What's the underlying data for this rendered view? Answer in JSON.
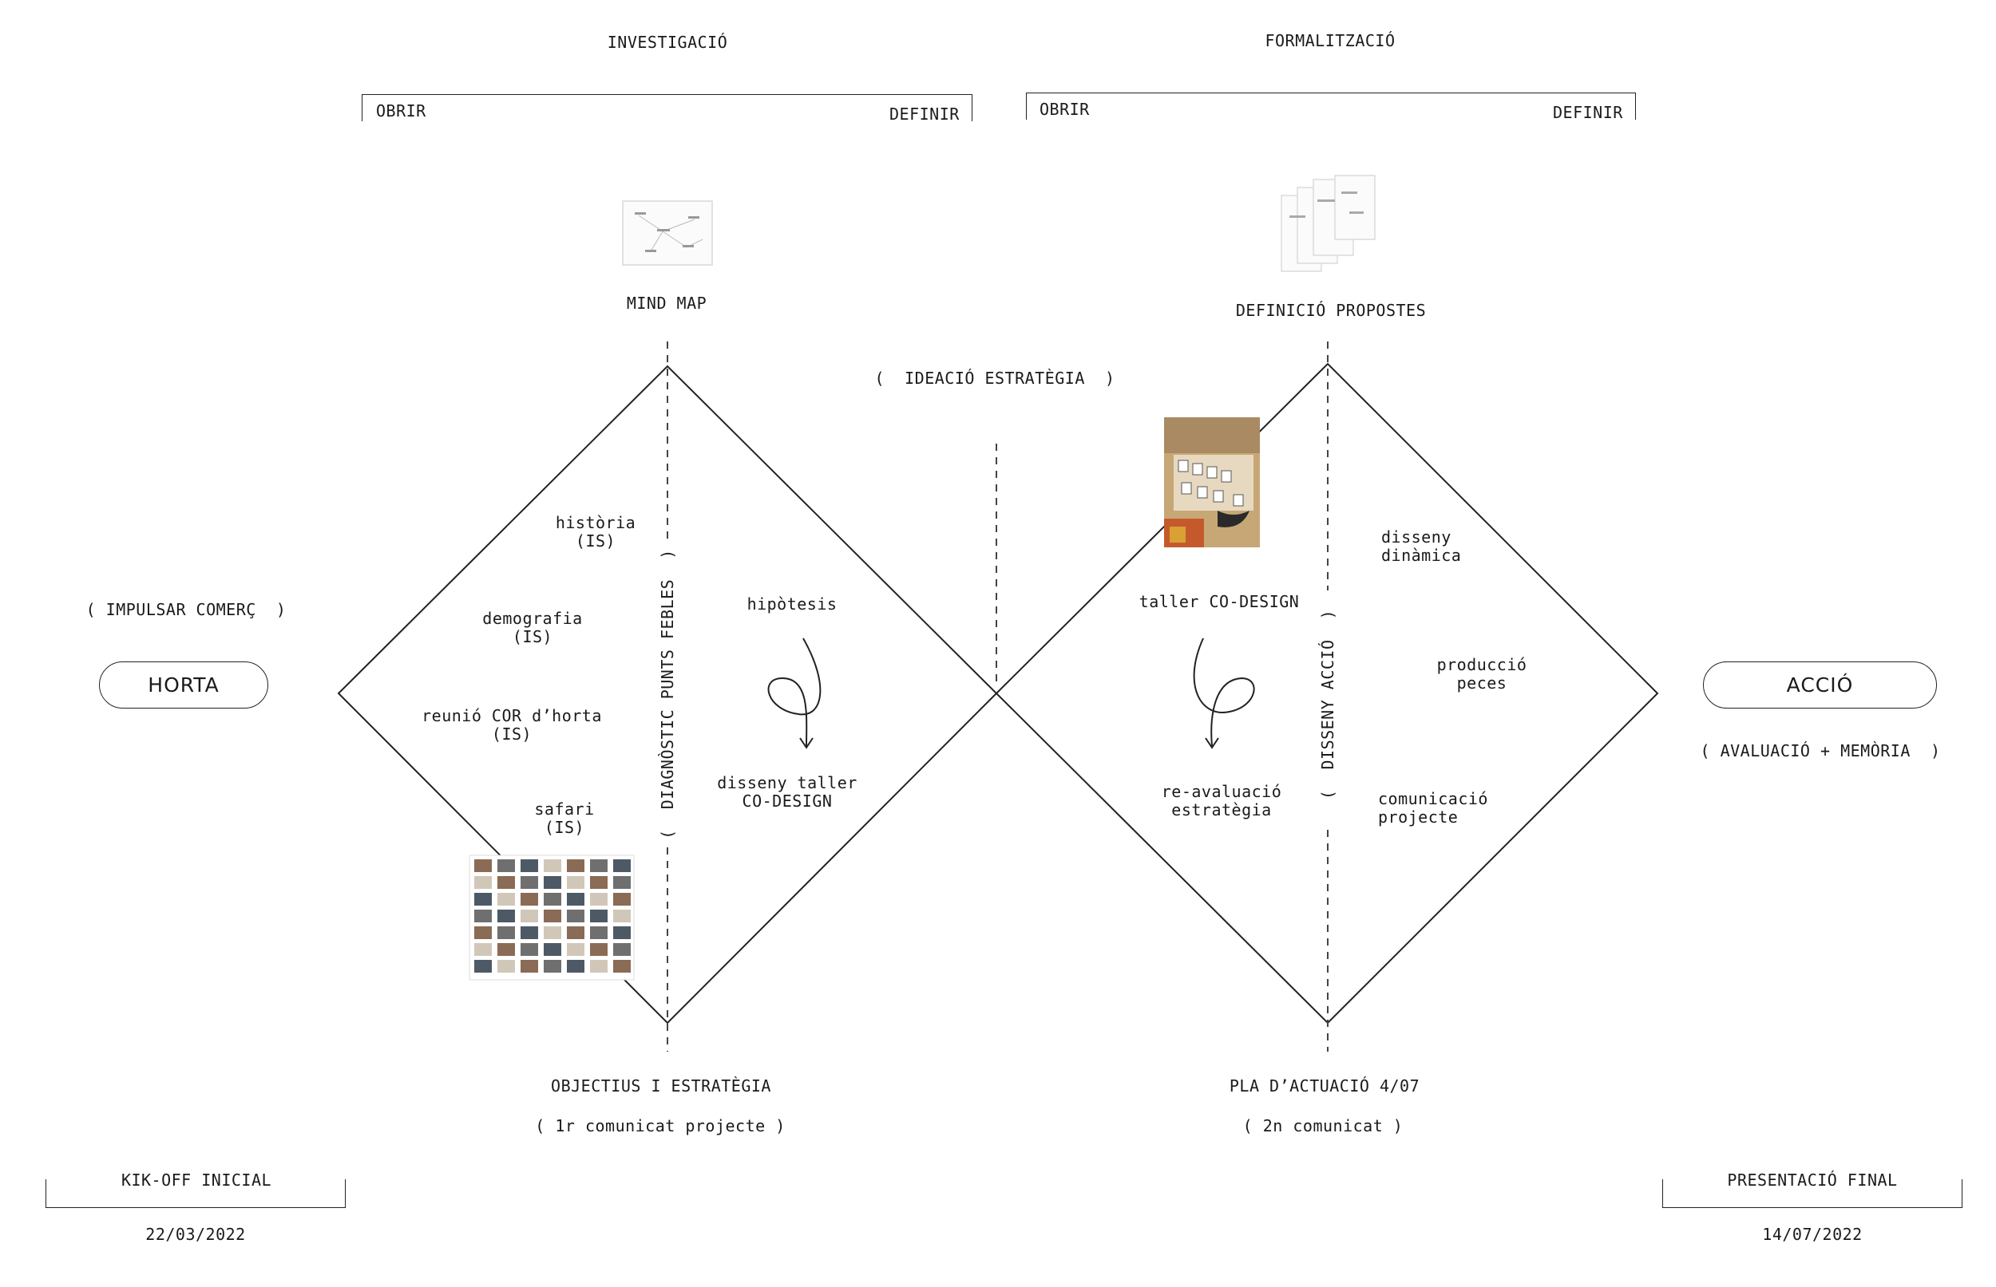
{
  "phases": {
    "left": "INVESTIGACIÓ",
    "right": "FORMALITZACIÓ"
  },
  "brackets": {
    "left": {
      "open": "OBRIR",
      "define": "DEFINIR"
    },
    "right": {
      "open": "OBRIR",
      "define": "DEFINIR"
    }
  },
  "top_items": {
    "mind_map": "MIND MAP",
    "definicio": "DEFINICIÓ PROPOSTES"
  },
  "center_label": "(  IDEACIÓ ESTRATÈGIA  )",
  "start": {
    "subtitle": "( IMPULSAR COMERÇ  )",
    "pill": "HORTA"
  },
  "end": {
    "pill": "ACCIÓ",
    "subtitle": "( AVALUACIÓ + MEMÒRIA  )"
  },
  "left_diamond": {
    "items": [
      {
        "line1": "història",
        "line2": "(IS)"
      },
      {
        "line1": "demografia",
        "line2": "(IS)"
      },
      {
        "line1": "reunió COR d’horta",
        "line2": "(IS)"
      },
      {
        "line1": "safari",
        "line2": "(IS)"
      }
    ],
    "vertical": "(  DIAGNÒSTIC PUNTS FEBLES  )",
    "hipotesis": "hipòtesis",
    "taller": {
      "line1": "disseny taller",
      "line2": "CO-DESIGN"
    }
  },
  "right_diamond": {
    "taller": "taller CO-DESIGN",
    "reaval": {
      "line1": "re-avaluació",
      "line2": "estratègia"
    },
    "vertical": "(  DISSENY ACCIÓ  )",
    "items": [
      {
        "line1": "disseny",
        "line2": "dinàmica"
      },
      {
        "line1": "producció",
        "line2": "peces"
      },
      {
        "line1": "comunicació",
        "line2": "projecte"
      }
    ]
  },
  "bottom": {
    "left": {
      "title": "OBJECTIUS I ESTRATÈGIA",
      "sub": "( 1r comunicat projecte )"
    },
    "right": {
      "title": "PLA D’ACTUACIÓ 4/07",
      "sub": "( 2n comunicat )"
    }
  },
  "milestones": {
    "start": {
      "label": "KIK-OFF INICIAL",
      "date": "22/03/2022"
    },
    "end": {
      "label": "PRESENTACIÓ FINAL",
      "date": "14/07/2022"
    }
  },
  "icons": [
    "mind-map-thumbnail",
    "proposals-stack-thumbnail",
    "safari-photo-grid",
    "workshop-photo",
    "loop-arrow-icon"
  ]
}
